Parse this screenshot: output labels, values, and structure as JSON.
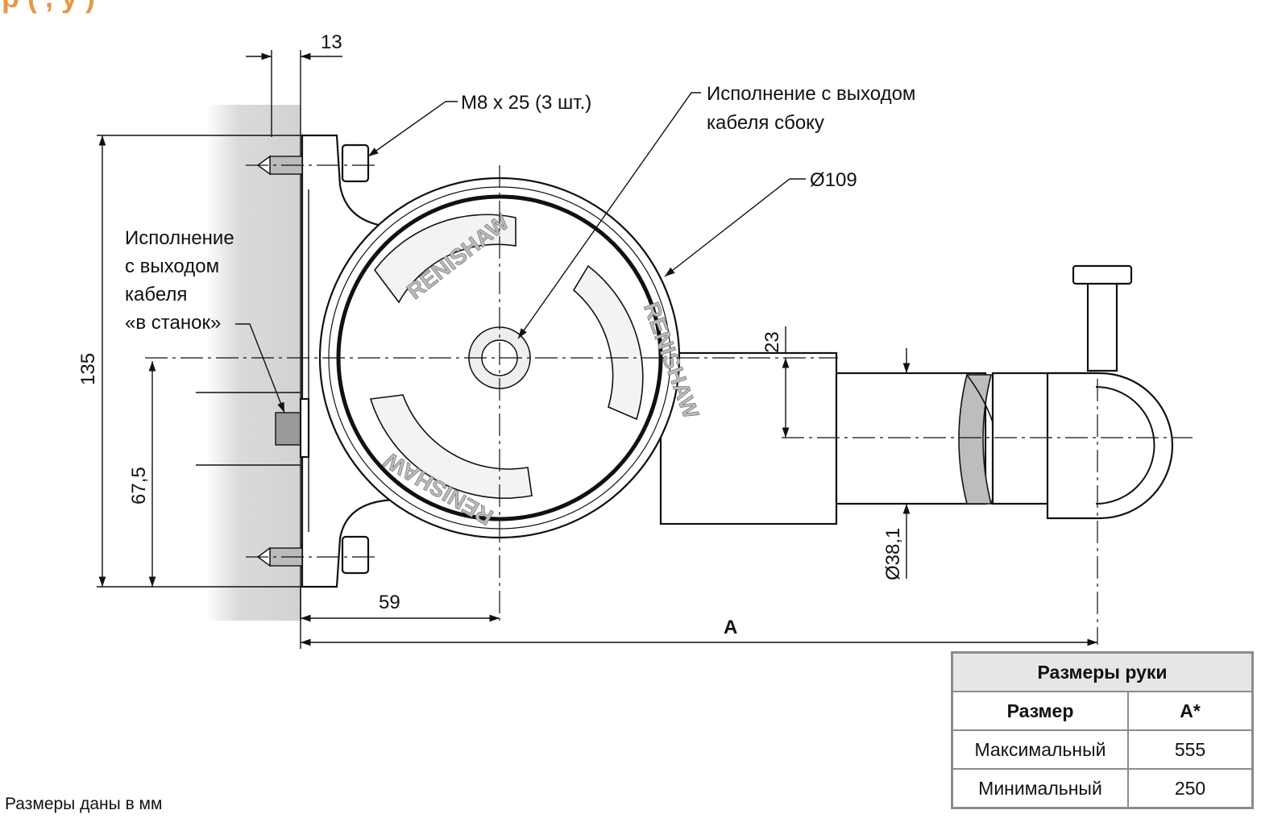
{
  "header": {
    "fragment": "p ( ,  y )"
  },
  "dimensions": {
    "d13": "13",
    "d135": "135",
    "d67_5": "67,5",
    "d59": "59",
    "dA": "A",
    "d23": "23",
    "d38_1": "Ø38,1",
    "d109": "Ø109"
  },
  "notes": {
    "bolts": "M8 x 25 (3 шт.)",
    "side_exit_line1": "Исполнение с выходом",
    "side_exit_line2": "кабеля сбоку",
    "machine_exit_line1": "Исполнение",
    "machine_exit_line2": "с выходом",
    "machine_exit_line3": "кабеля",
    "machine_exit_line4": "«в станок»"
  },
  "logo": {
    "text": "RENISHAW"
  },
  "table": {
    "title": "Размеры руки",
    "col_size": "Размер",
    "col_a": "A*",
    "rows": [
      {
        "label": "Максимальный",
        "value": "555"
      },
      {
        "label": "Минимальный",
        "value": "250"
      }
    ]
  },
  "footnote": "Размеры даны в мм",
  "colors": {
    "accent": "#e8964a",
    "wall": "#d6d6d6",
    "table_border": "#8c8c8c"
  }
}
